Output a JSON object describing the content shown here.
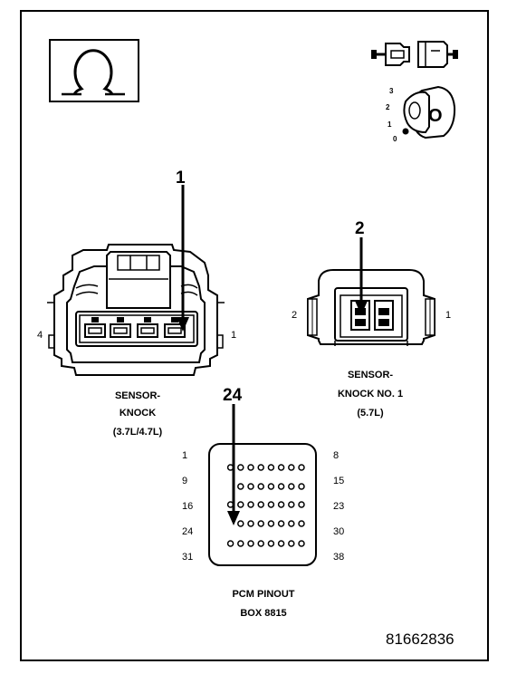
{
  "figure_number": "81662836",
  "connector_left": {
    "callout": "1",
    "caption_line1": "SENSOR-",
    "caption_line2": "KNOCK",
    "caption_line3": "(3.7L/4.7L)",
    "pin_left": "4",
    "pin_right": "1"
  },
  "connector_right": {
    "callout": "2",
    "caption_line1": "SENSOR-",
    "caption_line2": "KNOCK NO. 1",
    "caption_line3": "(5.7L)",
    "pin_left": "2",
    "pin_right": "1"
  },
  "pcm": {
    "callout": "24",
    "caption_line1": "PCM PINOUT",
    "caption_line2": "BOX 8815",
    "row_start_labels": [
      "1",
      "9",
      "16",
      "24",
      "31"
    ],
    "row_end_labels": [
      "8",
      "15",
      "23",
      "30",
      "38"
    ]
  },
  "ignition_positions": [
    "3",
    "2",
    "1",
    "0"
  ],
  "key_label": "O",
  "icons": [
    "ohmmeter-icon",
    "connector-disconnect-icon",
    "ignition-key-off-icon"
  ],
  "colors": {
    "line": "#000000",
    "background": "#ffffff"
  }
}
